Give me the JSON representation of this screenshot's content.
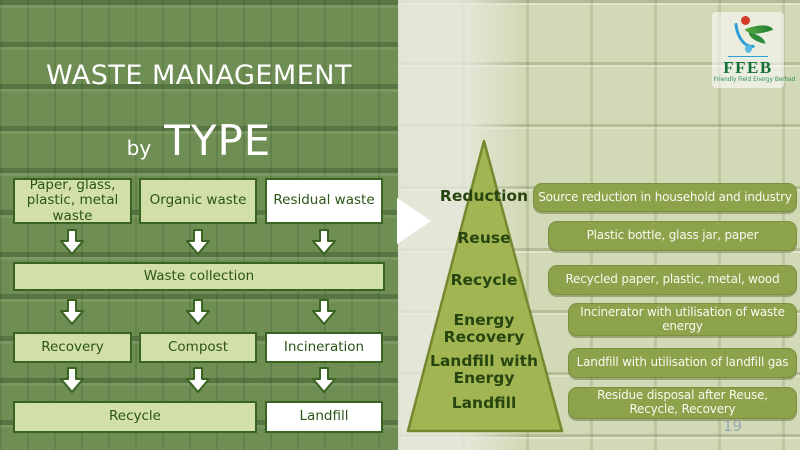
{
  "slide": {
    "title": "WASTE MANAGEMENT",
    "by": "by",
    "type": "TYPE",
    "page_number": "19"
  },
  "flowchart": {
    "sources": [
      "Paper, glass, plastic, metal waste",
      "Organic waste",
      "Residual waste"
    ],
    "collection": "Waste collection",
    "treatments": [
      "Recovery",
      "Compost",
      "Incineration"
    ],
    "outcomes": [
      "Recycle",
      "Landfill"
    ]
  },
  "hierarchy": {
    "levels": [
      "Reduction",
      "Reuse",
      "Recycle",
      "Energy Recovery",
      "Landfill with Energy",
      "Landfill"
    ],
    "descriptions": [
      "Source reduction in household and industry",
      "Plastic bottle, glass jar, paper",
      "Recycled paper, plastic, metal, wood",
      "Incinerator with utilisation of waste energy",
      "Landfill with utilisation of landfill gas",
      "Residue disposal after Reuse, Recycle, Recovery"
    ]
  },
  "logo": {
    "acronym": "FFEB",
    "tagline": "Friendly Field Energy Berhad"
  },
  "colors": {
    "left_background": "#6e8e54",
    "flow_box_fill": "#d3dfa8",
    "flow_box_border": "#386320",
    "flow_box_text": "#2a5517",
    "white_box_fill": "#ffffff",
    "right_background": "#d2d9b6",
    "pyramid_fill": "#a2b553",
    "pyramid_border": "#75872f",
    "pyramid_text": "#27450f",
    "description_fill": "#8ca24b",
    "description_text": "#f8faef",
    "title_text": "#ffffff",
    "logo_green": "#156f38",
    "page_number_text": "#8fa4b4"
  }
}
